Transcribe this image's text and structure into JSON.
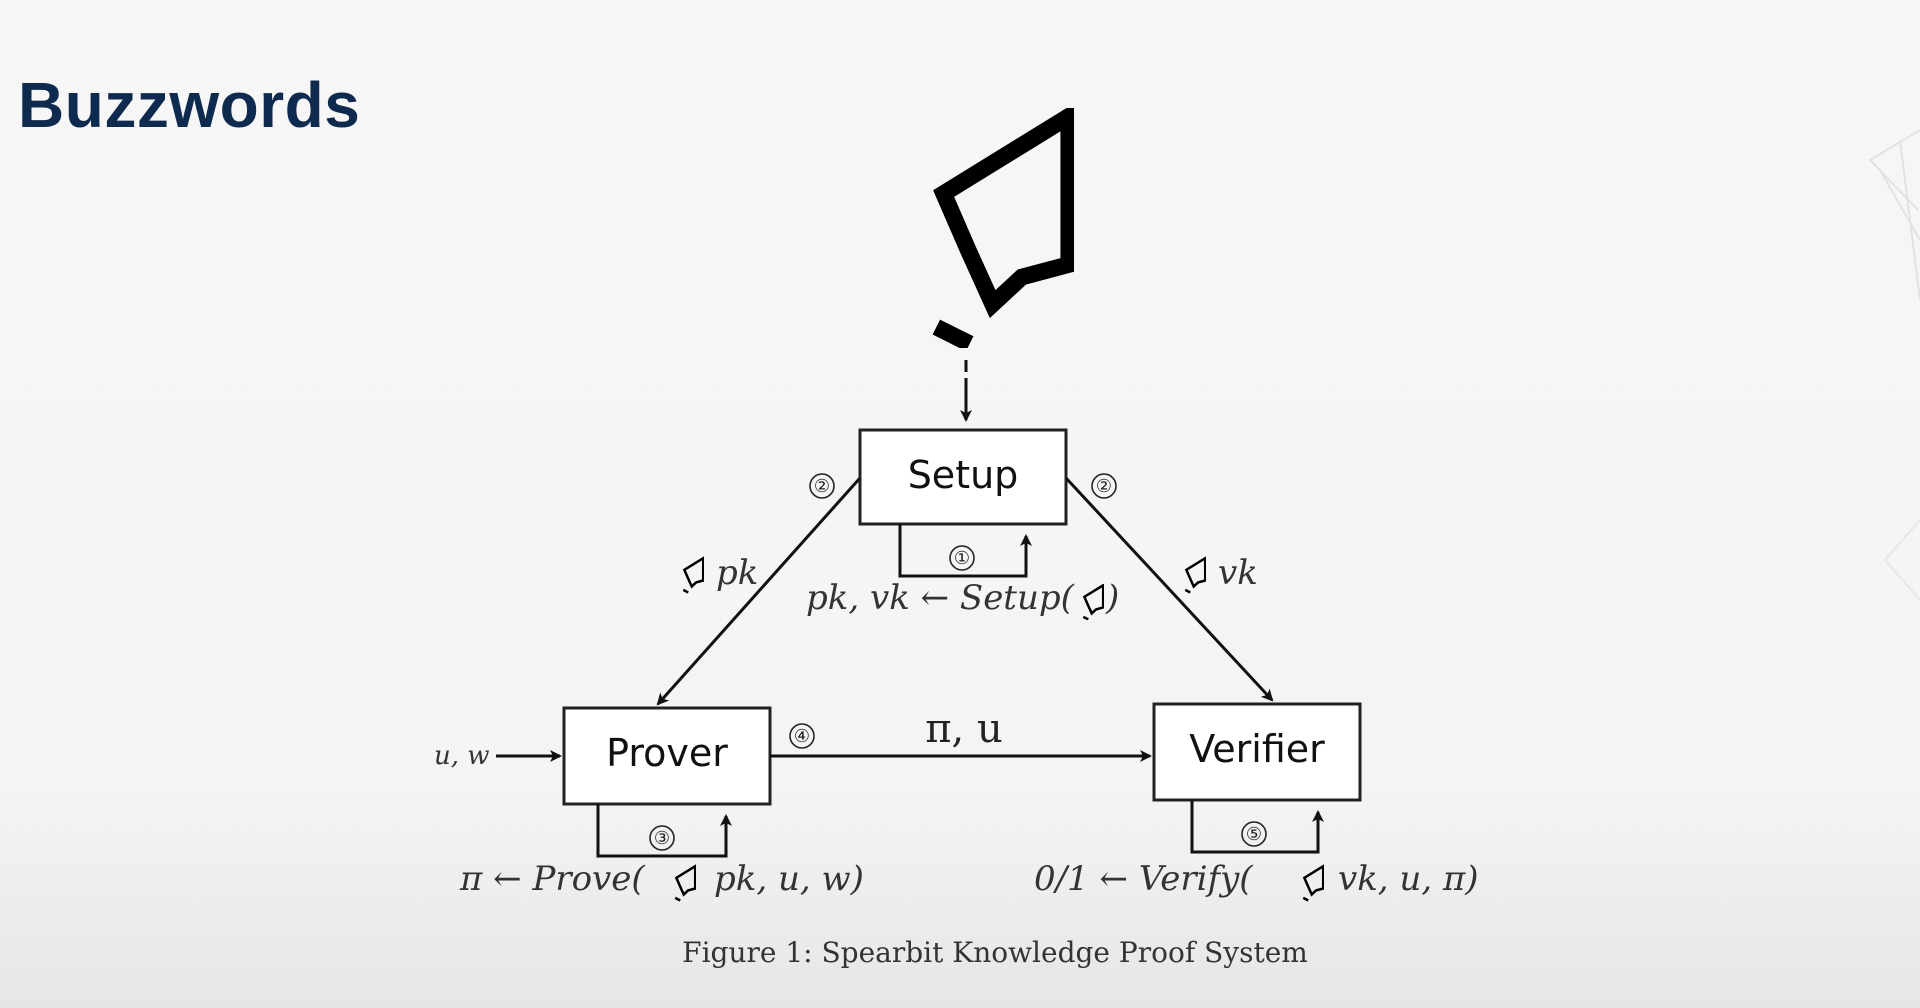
{
  "slide": {
    "title": "Buzzwords"
  },
  "diagram": {
    "nodes": {
      "setup": "Setup",
      "prover": "Prover",
      "verifier": "Verifier"
    },
    "steps": [
      "①",
      "②",
      "②",
      "③",
      "④",
      "⑤"
    ],
    "edge_labels": {
      "setup_to_prover": "pk",
      "setup_to_verifier": "vk",
      "prover_to_verifier": "π, u",
      "prover_input": "u, w"
    },
    "formulas": {
      "setup": "pk, vk ← Setup(",
      "setup_close": ")",
      "prove": "π ← Prove(",
      "prove_args": "pk, u, w)",
      "verify": "0/1 ← Verify(",
      "verify_args": "vk, u, π)"
    },
    "icon": "spear-icon"
  },
  "caption": "Figure 1: Spearbit Knowledge Proof System"
}
